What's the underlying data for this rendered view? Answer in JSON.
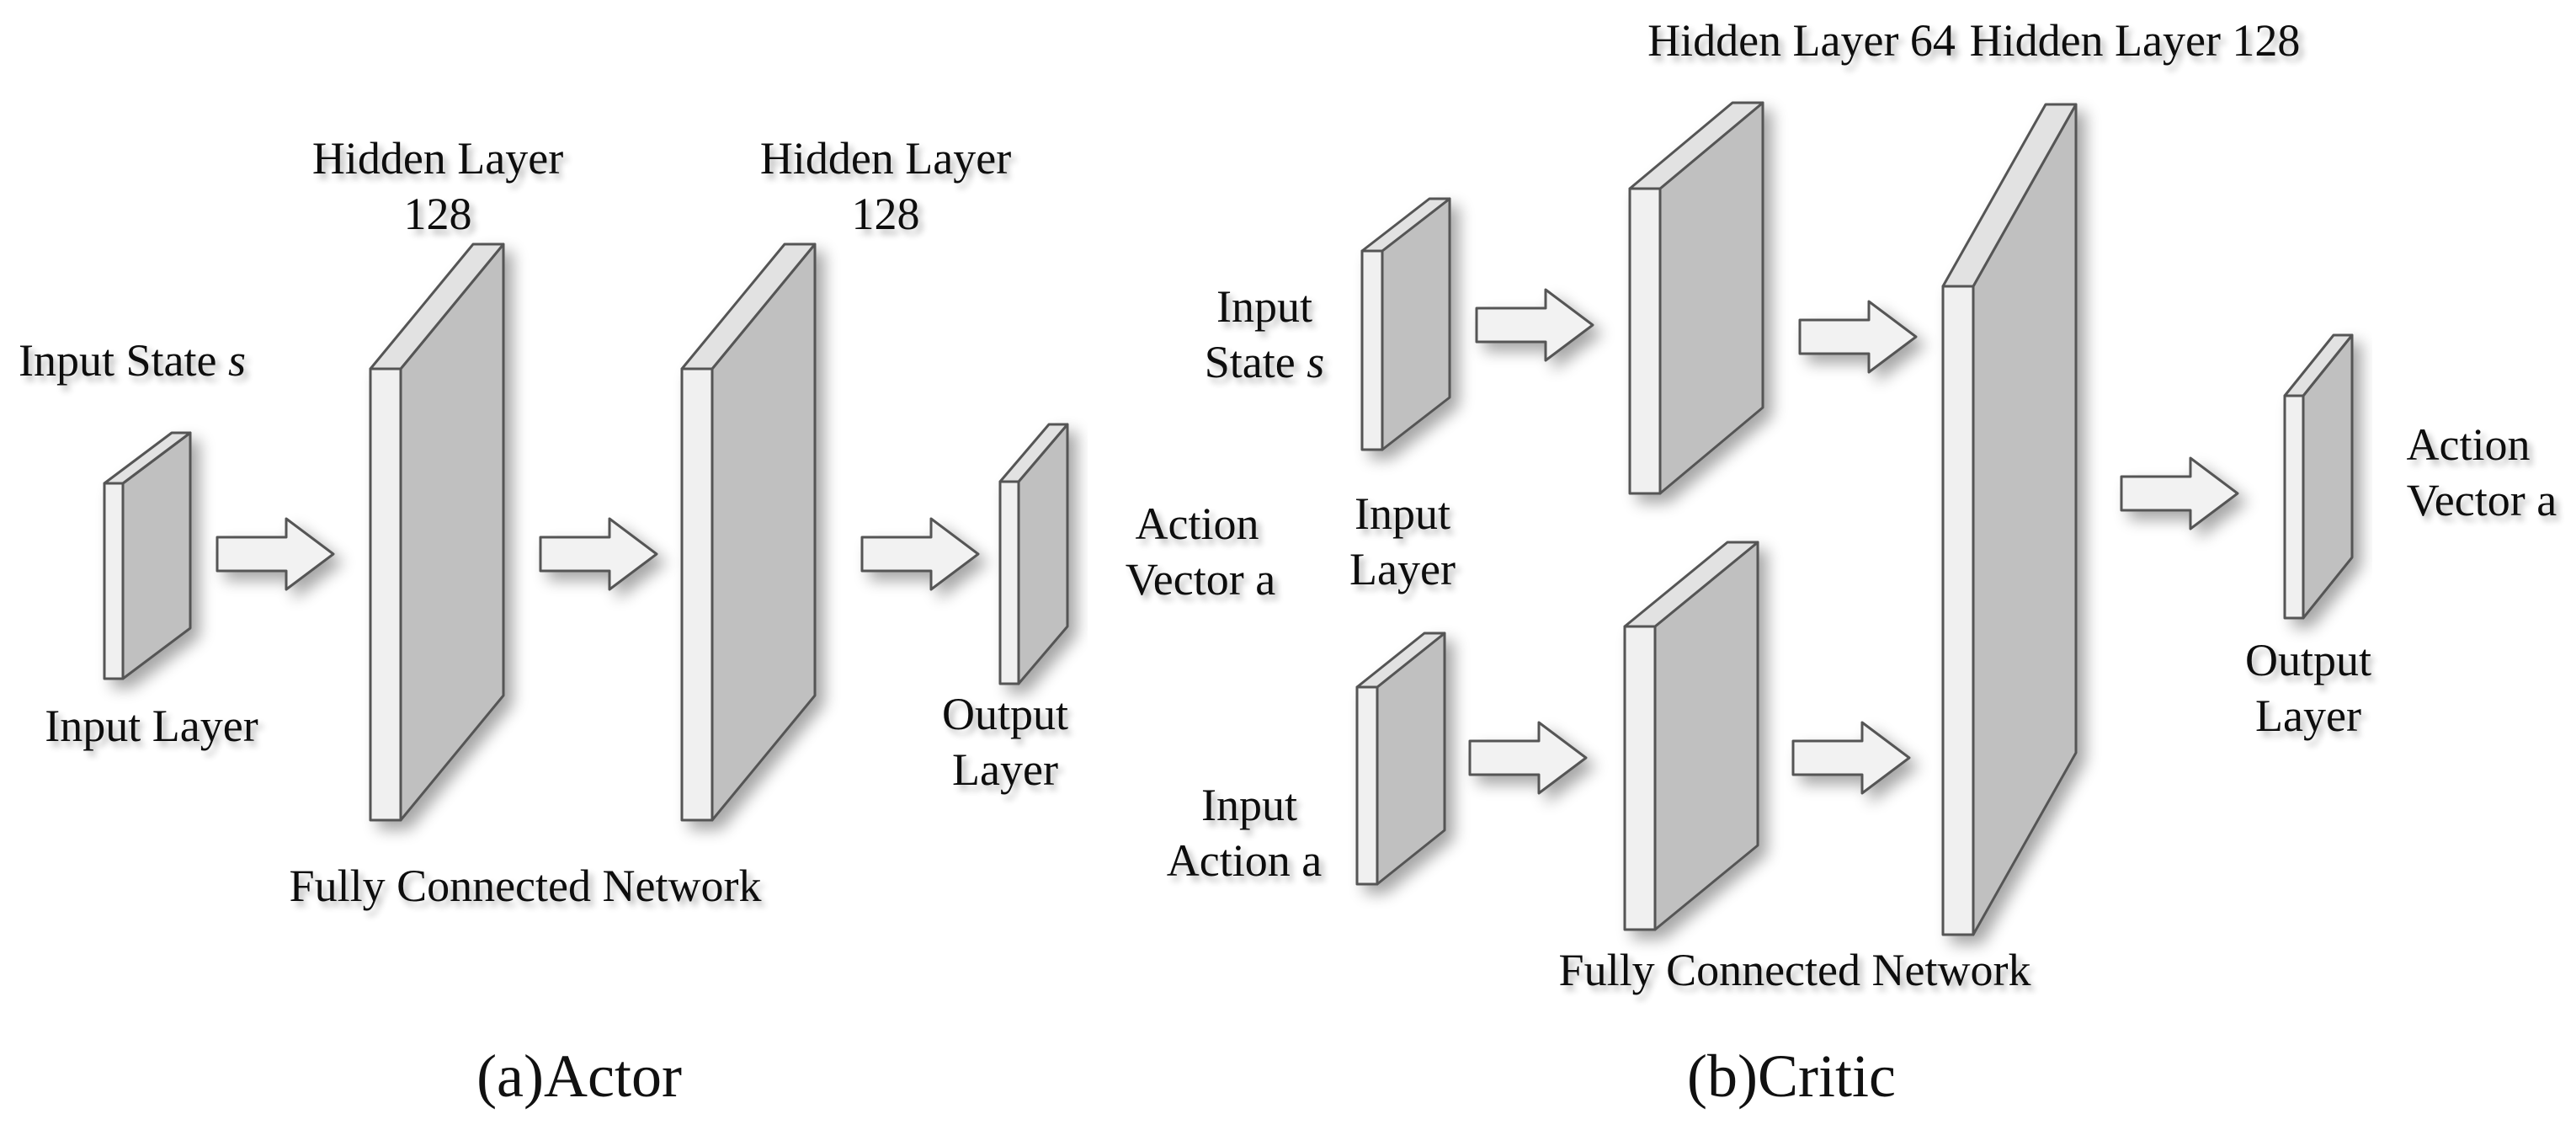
{
  "actor": {
    "input_state_prefix": "Input State ",
    "input_state_symbol": "s",
    "input_layer": "Input Layer",
    "hidden1_line1": "Hidden Layer",
    "hidden1_line2": "128",
    "hidden2_line1": "Hidden Layer",
    "hidden2_line2": "128",
    "output_line1": "Output",
    "output_line2": "Layer",
    "action_line1": "Action",
    "action_line2": "Vector a",
    "network": "Fully Connected Network",
    "caption": "(a)Actor"
  },
  "critic": {
    "input_state_line1": "Input",
    "input_state_line2_prefix": "State ",
    "input_state_symbol": "s",
    "input_layer_line1": "Input",
    "input_layer_line2": "Layer",
    "input_action_line1": "Input",
    "input_action_line2": "Action a",
    "hidden64": "Hidden Layer 64",
    "hidden128": "Hidden Layer 128",
    "output_line1": "Output",
    "output_line2": "Layer",
    "action_line1": "Action",
    "action_line2": "Vector a",
    "network": "Fully Connected Network",
    "caption": "(b)Critic"
  },
  "colors": {
    "front_face": "#f0f0f0",
    "side_face": "#c0c0c0",
    "top_face": "#e2e2e2",
    "outline": "#555555",
    "arrow_fill": "#f2f2f2"
  }
}
